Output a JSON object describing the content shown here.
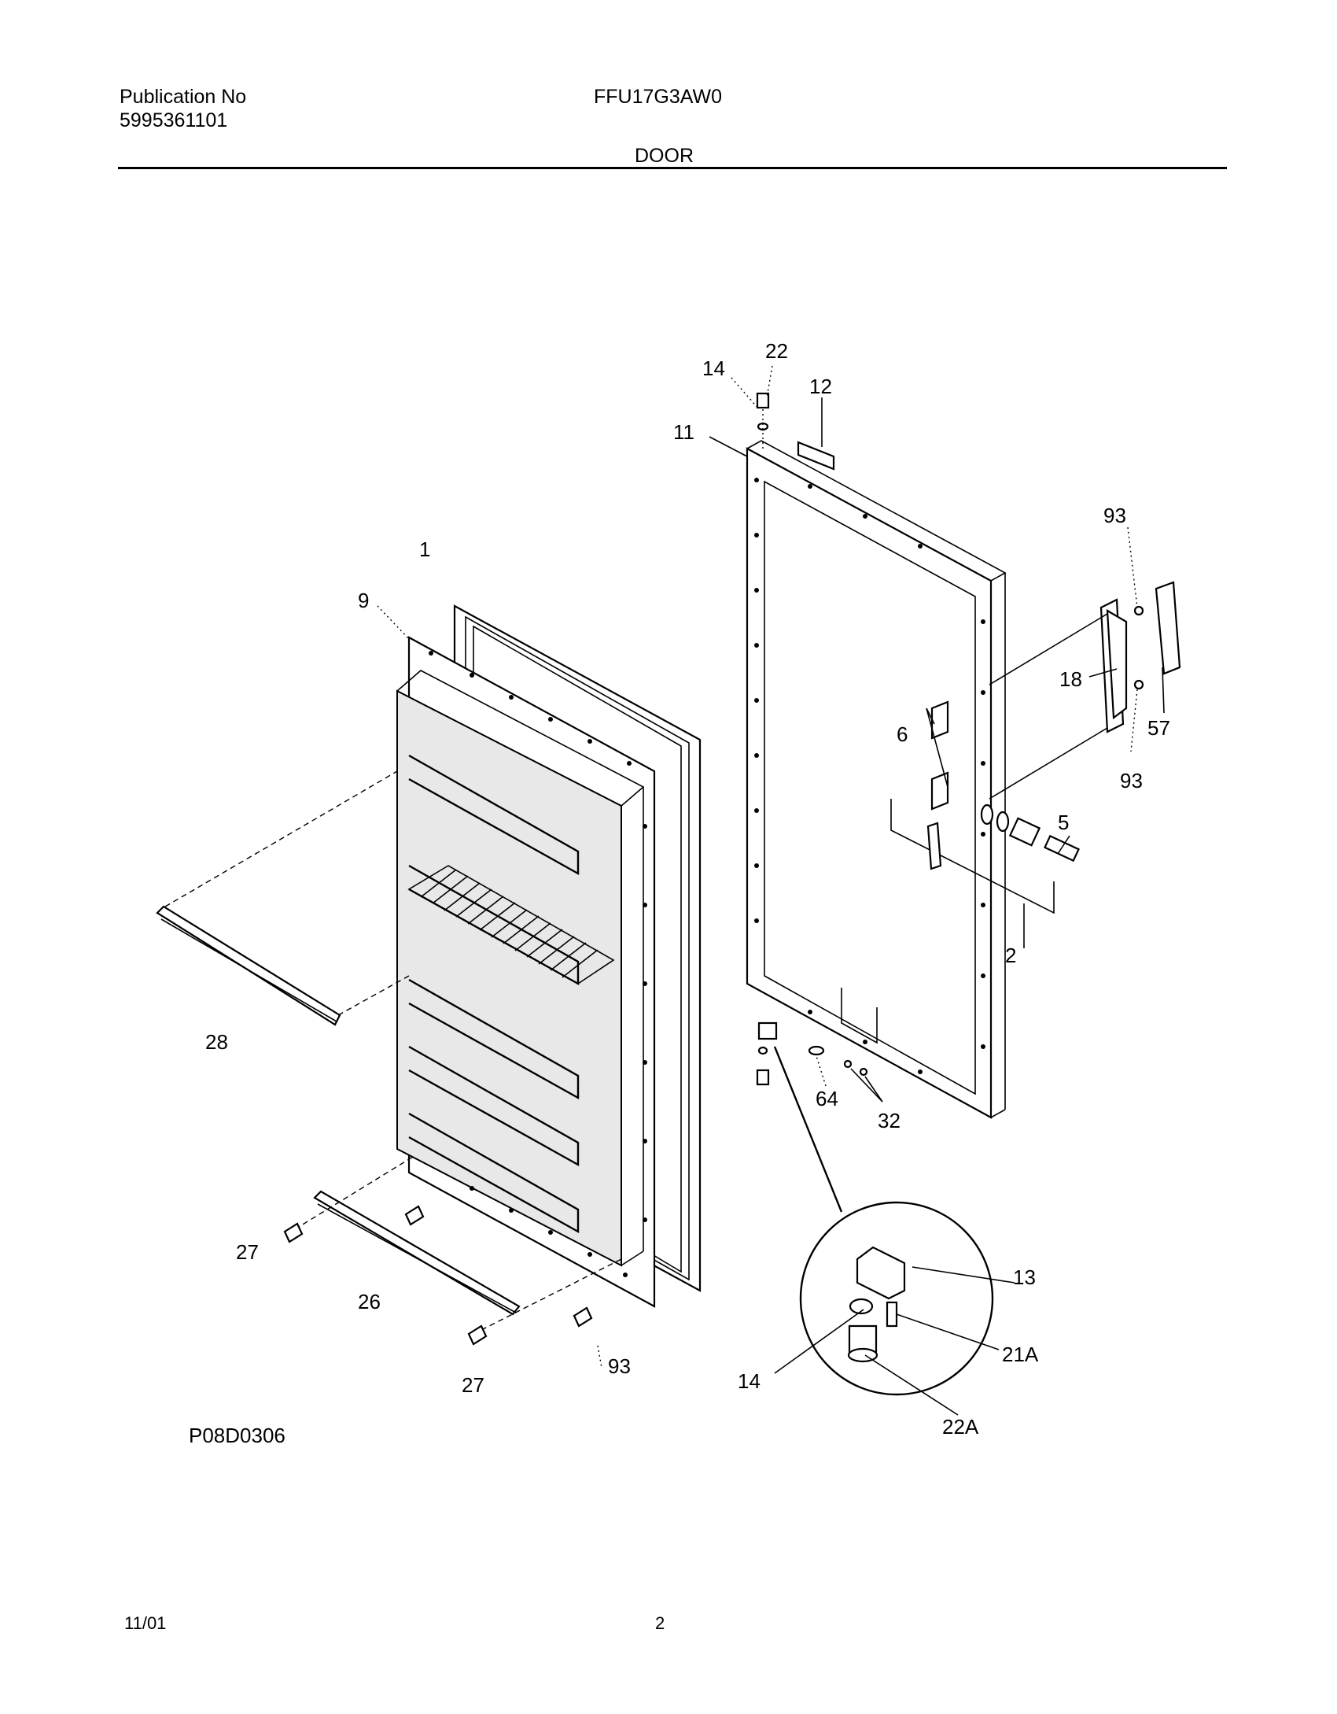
{
  "header": {
    "publication_label": "Publication No",
    "publication_number": "5995361101",
    "model": "FFU17G3AW0",
    "section": "DOOR"
  },
  "footer": {
    "date": "11/01",
    "page": "2"
  },
  "diagram": {
    "code": "P08D0306",
    "callouts": [
      "1",
      "9",
      "28",
      "27",
      "26",
      "27",
      "93",
      "22",
      "14",
      "12",
      "11",
      "93",
      "18",
      "57",
      "93",
      "6",
      "5",
      "2",
      "64",
      "32",
      "13",
      "14",
      "21A",
      "22A"
    ]
  }
}
